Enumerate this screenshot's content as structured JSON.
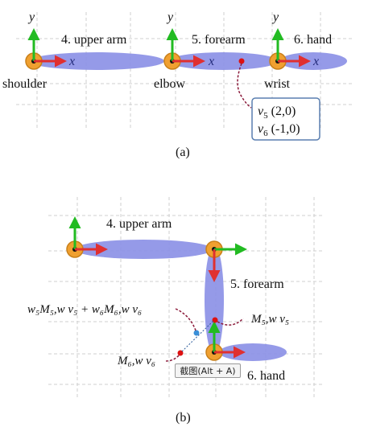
{
  "panel_a": {
    "caption": "(a)",
    "segments": {
      "upper_arm": "4. upper arm",
      "forearm": "5. forearm",
      "hand": "6. hand"
    },
    "joints": {
      "shoulder": "shoulder",
      "elbow": "elbow",
      "wrist": "wrist"
    },
    "axis_x": "x",
    "axis_y": "y",
    "callout": {
      "v5_sym": "v",
      "v5_sub": "5",
      "v5_val": " (2,0)",
      "v6_sym": "v",
      "v6_sub": "6",
      "v6_val": " (-1,0)"
    }
  },
  "panel_b": {
    "caption": "(b)",
    "segments": {
      "upper_arm": "4. upper arm",
      "forearm": "5. forearm",
      "hand": "6. hand"
    },
    "labels": {
      "sum_expr": "w₅M₅,w v₅ + w₆M₆,w v₆",
      "m5_expr": "M₅,w v₅",
      "m6_expr": "M₆,w v₆"
    },
    "tooltip": "截图(Alt + A)"
  },
  "colors": {
    "segment_fill": "#8a8fe6",
    "joint_ring": "#f0a030",
    "x_arrow": "#e03030",
    "y_arrow": "#22bb22",
    "point_red": "#dd1111",
    "point_blue": "#3a8fd8",
    "leader_line": "#8b1a3a",
    "grid": "#cfcfcf",
    "callout_border": "#5a7fb0"
  },
  "icons": [
    "joint-marker-icon",
    "x-axis-arrow-icon",
    "y-axis-arrow-icon"
  ]
}
